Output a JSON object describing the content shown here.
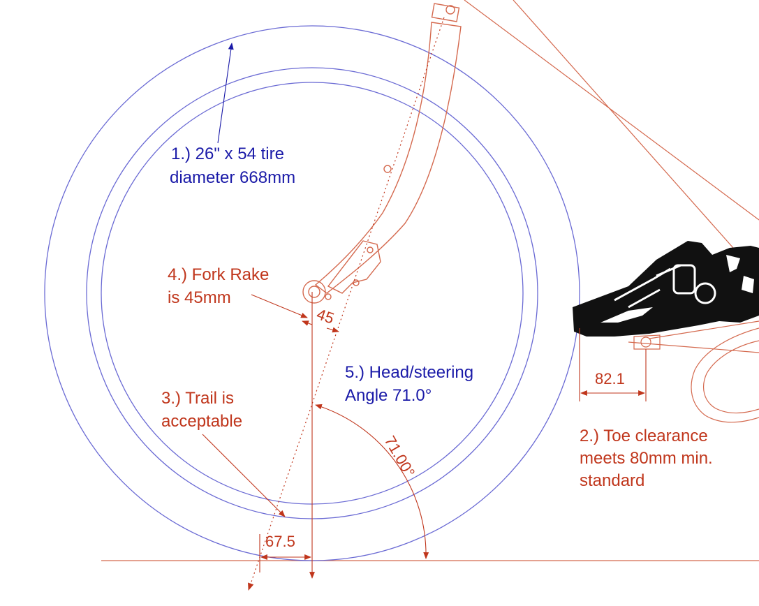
{
  "labels": {
    "tire_line1": "1.) 26\" x 54   tire",
    "tire_line2": "diameter 668mm",
    "toe_line1": "2.) Toe clearance",
    "toe_line2": "meets 80mm min.",
    "toe_line3": "standard",
    "trail_line1": "3.) Trail is",
    "trail_line2": "acceptable",
    "rake_line1": "4.) Fork Rake",
    "rake_line2": "is 45mm",
    "head_line1": "5.) Head/steering",
    "head_line2": "Angle 71.0°"
  },
  "dimensions": {
    "rake": "45",
    "toe": "82.1",
    "trail": "67.5",
    "angle": "71.00°"
  },
  "colors": {
    "blue_text": "#1a1aa8",
    "red_text": "#c0361c",
    "tire_line": "#6a6ad4",
    "fork_line": "#d4694e",
    "shoe": "#111111"
  }
}
